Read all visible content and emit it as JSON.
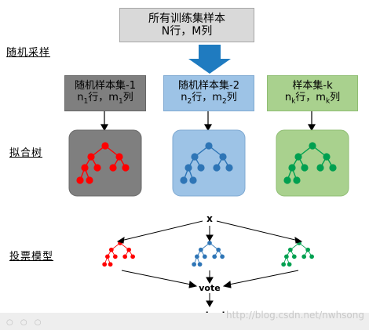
{
  "title_box": {
    "line1": "所有训练集样本",
    "line2": "N行，M列"
  },
  "side_labels": {
    "sampling": "随机采样",
    "fit": "拟合树",
    "vote": "投票模型"
  },
  "subsets": [
    {
      "line1": "随机样本集-1",
      "line2": "n1行，m1列",
      "fill": "#7f7f7f",
      "tree_color": "#ff0000"
    },
    {
      "line1": "随机样本集-2",
      "line2": "n2行，m2列",
      "fill": "#9dc3e6",
      "tree_color": "#2e75b6"
    },
    {
      "line1": "样本集-k",
      "line2": "nk行，mk列",
      "fill": "#a9d18e",
      "tree_color": "#00a050"
    }
  ],
  "vote_section": {
    "x_label": "x",
    "vote_label": "vote",
    "output_label": "output"
  },
  "watermark": "http://blog.csdn.net/nwhsong",
  "colors": {
    "arrow_blue": "#1f7bc0",
    "title_box": "#d9d9d9"
  }
}
